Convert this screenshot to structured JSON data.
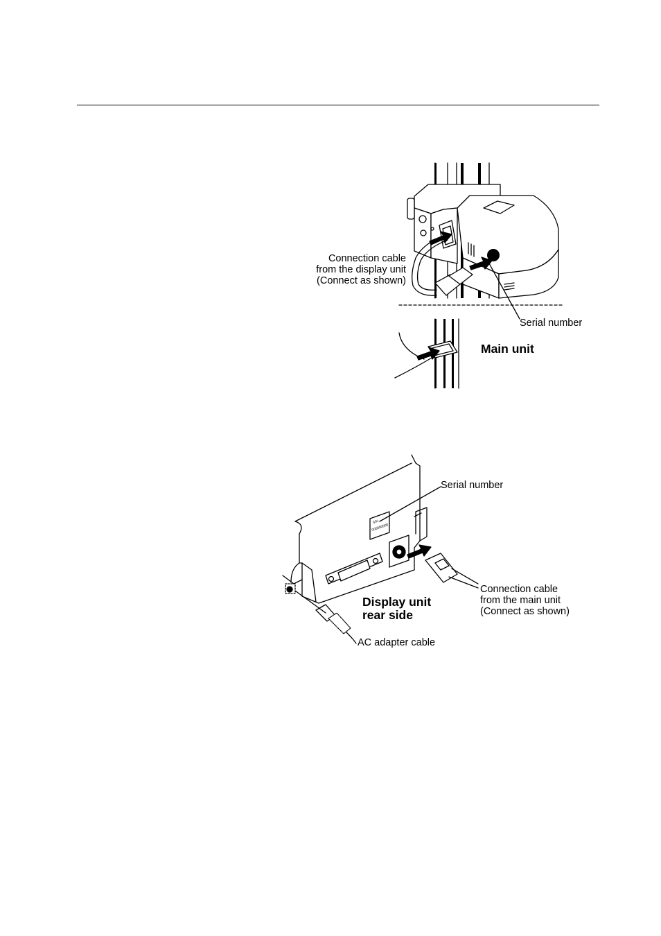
{
  "figure1": {
    "cable_label": [
      "Connection cable",
      "from the display unit",
      "(Connect as shown)"
    ],
    "serial_label": "Serial number",
    "unit_label": "Main unit"
  },
  "figure2": {
    "serial_label": "Serial number",
    "unit_label": [
      "Display unit",
      "rear side"
    ],
    "cable_label": [
      "Connection cable",
      "from the main unit",
      "(Connect as shown)"
    ],
    "adapter_label": "AC adapter cable",
    "plate_text": [
      "S/N",
      "000000000"
    ]
  }
}
